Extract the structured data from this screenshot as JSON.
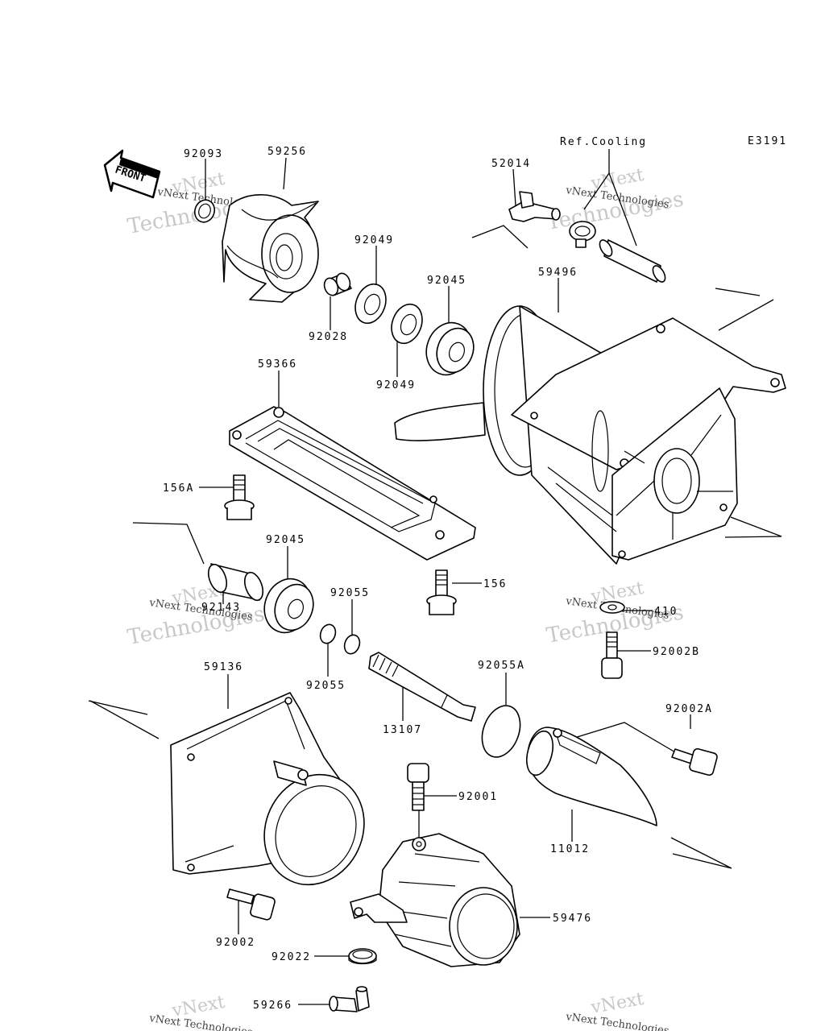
{
  "diagram_code": "E3191",
  "front_arrow_text": "FRONT",
  "callouts": {
    "p92093": "92093",
    "p59256": "59256",
    "p52014": "52014",
    "ref_cooling": "Ref.Cooling",
    "p92049_top": "92049",
    "p92045_top": "92045",
    "p59496": "59496",
    "p92028": "92028",
    "p92049_bot": "92049",
    "p59366": "59366",
    "p156A": "156A",
    "p92045_mid": "92045",
    "p156": "156",
    "p92055_top": "92055",
    "p92143": "92143",
    "p410": "410",
    "p92002B": "92002B",
    "p59136": "59136",
    "p92055_bot": "92055",
    "p92055A": "92055A",
    "p13107": "13107",
    "p92002A": "92002A",
    "p92001": "92001",
    "p11012": "11012",
    "p59476": "59476",
    "p92002": "92002",
    "p92022": "92022",
    "p59266": "59266"
  },
  "watermarks": {
    "brand_a": "vNext",
    "brand_b": "Technologies",
    "brand_full": "vNext Technologies"
  }
}
